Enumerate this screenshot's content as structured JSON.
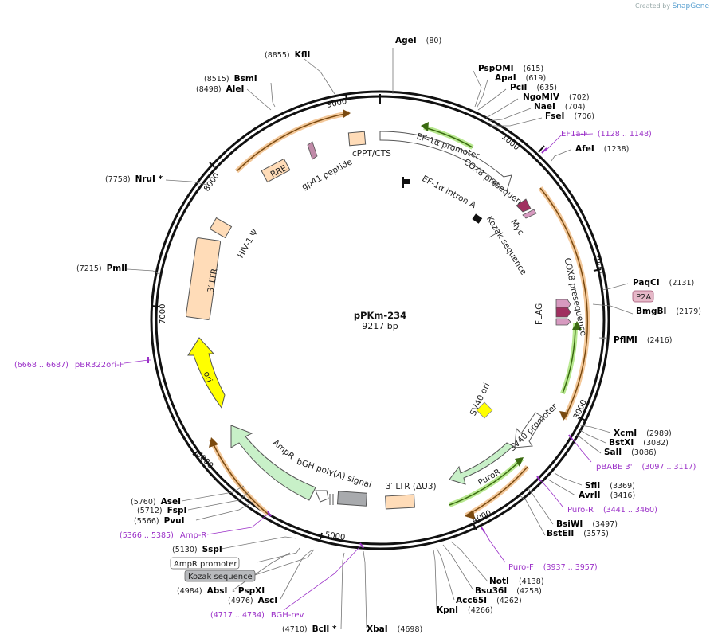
{
  "brand": {
    "created_by": "Created by",
    "name": "SnapGene"
  },
  "plasmid": {
    "name": "pPKm-234",
    "size_label": "9217 bp"
  },
  "ticks": [
    "1000",
    "2000",
    "3000",
    "4000",
    "5000",
    "6000",
    "7000",
    "8000",
    "9000"
  ],
  "enzymes": [
    {
      "name": "AgeI",
      "pos": "(80)"
    },
    {
      "name": "KflI",
      "pos": "(8855)"
    },
    {
      "name": "BsmI",
      "pos": "(8515)"
    },
    {
      "name": "AleI",
      "pos": "(8498)"
    },
    {
      "name": "PspOMI",
      "pos": "(615)"
    },
    {
      "name": "ApaI",
      "pos": "(619)"
    },
    {
      "name": "PciI",
      "pos": "(635)"
    },
    {
      "name": "NgoMIV",
      "pos": "(702)"
    },
    {
      "name": "NaeI",
      "pos": "(704)"
    },
    {
      "name": "FseI",
      "pos": "(706)"
    },
    {
      "name": "AfeI",
      "pos": "(1238)"
    },
    {
      "name": "NruI *",
      "pos": "(7758)"
    },
    {
      "name": "PmlI",
      "pos": "(7215)"
    },
    {
      "name": "PaqCI",
      "pos": "(2131)"
    },
    {
      "name": "BmgBI",
      "pos": "(2179)"
    },
    {
      "name": "PflMI",
      "pos": "(2416)"
    },
    {
      "name": "XcmI",
      "pos": "(2989)"
    },
    {
      "name": "BstXI",
      "pos": "(3082)"
    },
    {
      "name": "SalI",
      "pos": "(3086)"
    },
    {
      "name": "SfiI",
      "pos": "(3369)"
    },
    {
      "name": "AvrII",
      "pos": "(3416)"
    },
    {
      "name": "BsiWI",
      "pos": "(3497)"
    },
    {
      "name": "BstEII",
      "pos": "(3575)"
    },
    {
      "name": "NotI",
      "pos": "(4138)"
    },
    {
      "name": "Bsu36I",
      "pos": "(4258)"
    },
    {
      "name": "Acc65I",
      "pos": "(4262)"
    },
    {
      "name": "KpnI",
      "pos": "(4266)"
    },
    {
      "name": "XbaI",
      "pos": "(4698)"
    },
    {
      "name": "BclI *",
      "pos": "(4710)"
    },
    {
      "name": "AscI",
      "pos": "(4976)"
    },
    {
      "name": "AbsI",
      "pos": "(4984)"
    },
    {
      "name": "PspXI",
      "pos": ""
    },
    {
      "name": "SspI",
      "pos": "(5130)"
    },
    {
      "name": "PvuI",
      "pos": "(5566)"
    },
    {
      "name": "FspI",
      "pos": "(5712)"
    },
    {
      "name": "AseI",
      "pos": "(5760)"
    }
  ],
  "primers": [
    {
      "name": "EF1a-F",
      "pos": "(1128 .. 1148)"
    },
    {
      "name": "pBR322ori-F",
      "pos": "(6668 .. 6687)"
    },
    {
      "name": "pBABE 3'",
      "pos": "(3097 .. 3117)"
    },
    {
      "name": "Puro-R",
      "pos": "(3441 .. 3460)"
    },
    {
      "name": "Puro-F",
      "pos": "(3937 .. 3957)"
    },
    {
      "name": "Amp-R",
      "pos": "(5366 .. 5385)"
    },
    {
      "name": "BGH-rev",
      "pos": "(4717 .. 4734)"
    }
  ],
  "features": {
    "ef1a_promoter": "EF-1α promoter",
    "cox8_a": "COX8 presequence",
    "ef1a_intron": "EF-1α intron A",
    "myc": "Myc",
    "kozak": "Kozak sequence",
    "cox8_b": "COX8 presequence",
    "p2a": "P2A",
    "flag": "FLAG",
    "sv40_ori": "SV40 ori",
    "sv40_promoter": "SV40 promoter",
    "puror": "PuroR",
    "ltr3_du3": "3′ LTR (ΔU3)",
    "bgh": "bGH poly(A) signal",
    "ampr": "AmpR",
    "ampr_promoter": "AmpR promoter",
    "kozak_box": "Kozak sequence",
    "ori": "ori",
    "ltr3": "3′ LTR",
    "hiv": "HIV-1 Ψ",
    "rre": "RRE",
    "gp41": "gp41 peptide",
    "cppt": "cPPT/CTS"
  },
  "colors": {
    "backbone": "#111111",
    "orange_arc": "#f0a040",
    "green_arc": "#90d060",
    "primer": "#9b30c8",
    "ori": "#ffff00",
    "peach": "#ffdcb8",
    "ampr": "#c8f0c8",
    "magenta": "#a03060"
  }
}
